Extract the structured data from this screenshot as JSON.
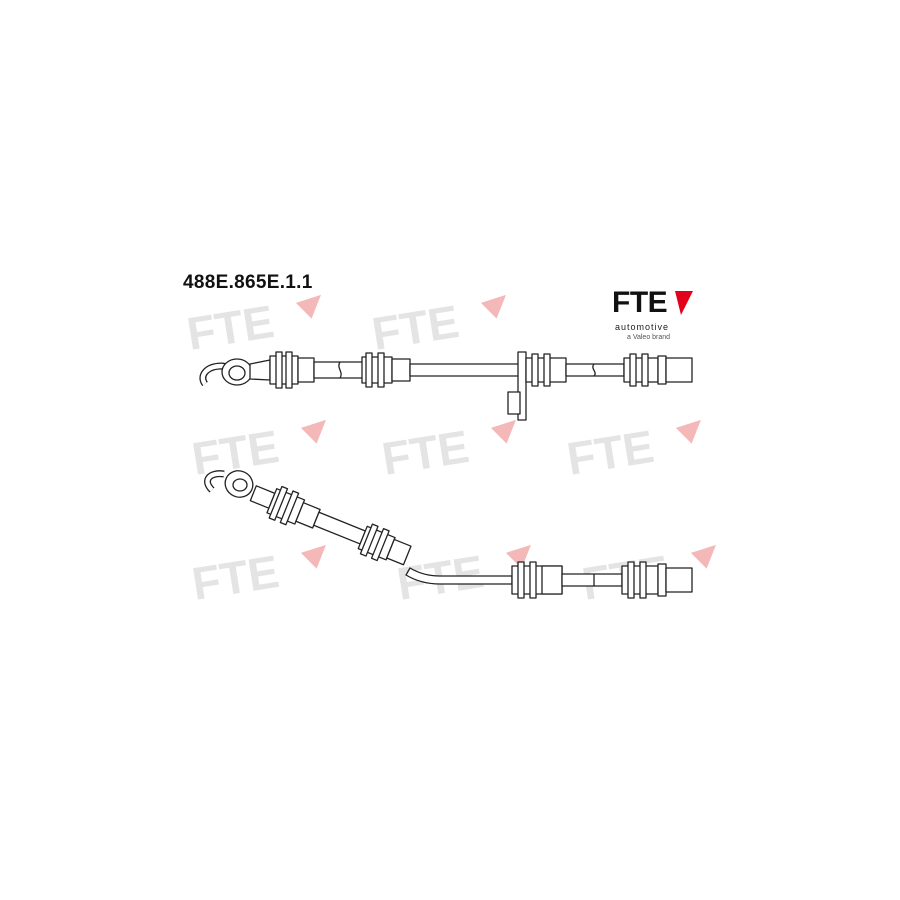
{
  "part_number": "488E.865E.1.1",
  "logo": {
    "main": "FTE",
    "sub1": "automotive",
    "sub2": "a Valeo brand",
    "accent_color": "#e3001b"
  },
  "watermark": {
    "text": "FTE",
    "text_color": "#e4e4e4",
    "accent_color": "#f4b8b8"
  },
  "drawing": {
    "line_color": "#222222",
    "hoses": [
      "upper-hose",
      "lower-hose"
    ]
  }
}
